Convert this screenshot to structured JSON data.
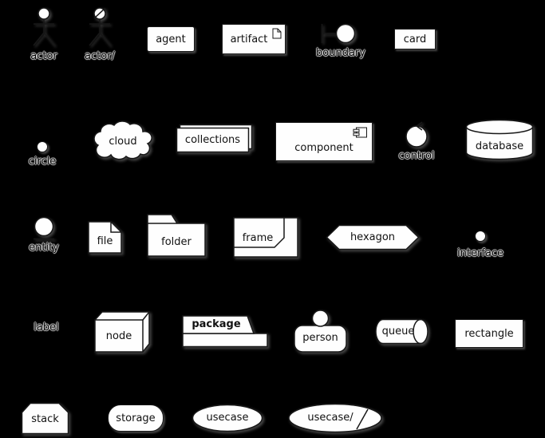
{
  "diagram": {
    "background": "#000000",
    "shape_fill": "#FEFEFE",
    "line_color": "#181818"
  },
  "shapes": {
    "actor": {
      "label": "actor"
    },
    "actor_business": {
      "label": "actor/"
    },
    "agent": {
      "label": "agent"
    },
    "artifact": {
      "label": "artifact"
    },
    "boundary": {
      "label": "boundary"
    },
    "card": {
      "label": "card"
    },
    "circle": {
      "label": "circle"
    },
    "cloud": {
      "label": "cloud"
    },
    "collections": {
      "label": "collections"
    },
    "component": {
      "label": "component"
    },
    "control": {
      "label": "control"
    },
    "database": {
      "label": "database"
    },
    "entity": {
      "label": "entity"
    },
    "file": {
      "label": "file"
    },
    "folder": {
      "label": "folder"
    },
    "frame": {
      "label": "frame"
    },
    "hexagon": {
      "label": "hexagon"
    },
    "interface": {
      "label": "interface"
    },
    "label": {
      "label": "label"
    },
    "node": {
      "label": "node"
    },
    "package": {
      "label": "package"
    },
    "person": {
      "label": "person"
    },
    "queue": {
      "label": "queue"
    },
    "rectangle": {
      "label": "rectangle"
    },
    "stack": {
      "label": "stack"
    },
    "storage": {
      "label": "storage"
    },
    "usecase": {
      "label": "usecase"
    },
    "usecase_business": {
      "label": "usecase/"
    }
  }
}
